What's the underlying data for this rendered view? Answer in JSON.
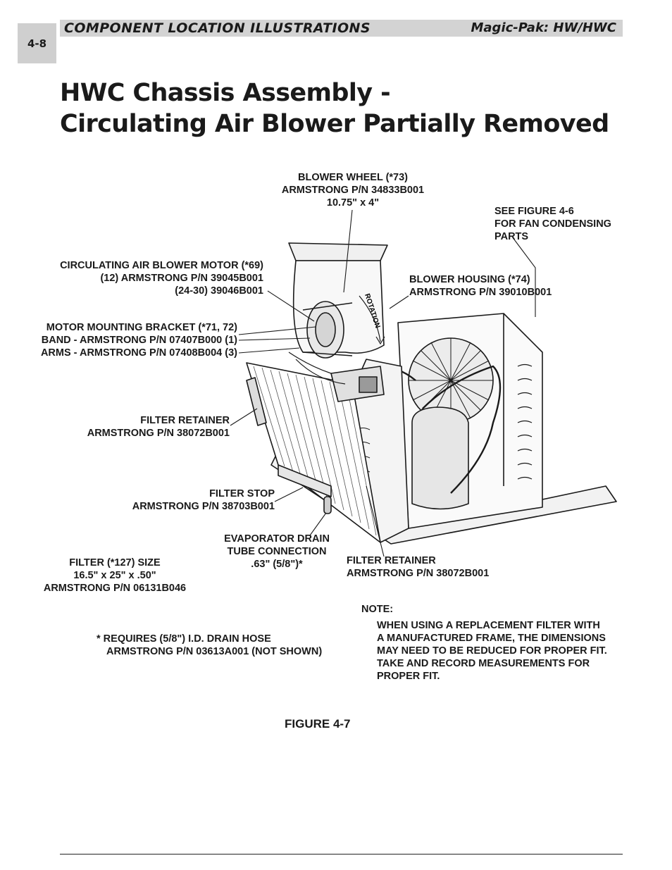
{
  "page_number": "4-8",
  "header": {
    "section": "COMPONENT LOCATION ILLUSTRATIONS",
    "product": "Magic-Pak: HW/HWC"
  },
  "title": {
    "line1": "HWC Chassis Assembly -",
    "line2": "Circulating Air Blower Partially Removed"
  },
  "callouts": {
    "blower_wheel": [
      "BLOWER WHEEL (*73)",
      "ARMSTRONG P/N 34833B001",
      "10.75\" x 4\""
    ],
    "see_figure": [
      "SEE FIGURE 4-6",
      "FOR FAN CONDENSING",
      "PARTS"
    ],
    "blower_motor": [
      "CIRCULATING AIR BLOWER MOTOR (*69)",
      "(12) ARMSTRONG P/N 39045B001",
      "(24-30) 39046B001"
    ],
    "blower_housing": [
      "BLOWER HOUSING (*74)",
      "ARMSTRONG P/N 39010B001"
    ],
    "motor_bracket": [
      "MOTOR MOUNTING BRACKET (*71, 72)",
      "BAND - ARMSTRONG P/N 07407B000 (1)",
      "ARMS - ARMSTRONG P/N 07408B004 (3)"
    ],
    "filter_retainer_left": [
      "FILTER RETAINER",
      "ARMSTRONG P/N 38072B001"
    ],
    "filter_stop": [
      "FILTER STOP",
      "ARMSTRONG P/N 38703B001"
    ],
    "evap_drain": [
      "EVAPORATOR DRAIN",
      "TUBE CONNECTION",
      ".63\" (5/8\")*"
    ],
    "filter": [
      "FILTER (*127) SIZE",
      "16.5\" x 25\" x .50\"",
      "ARMSTRONG P/N 06131B046"
    ],
    "filter_retainer_right": [
      "FILTER RETAINER",
      "ARMSTRONG P/N 38072B001"
    ]
  },
  "rotation_label": "ROTATION",
  "note": {
    "heading": "NOTE:",
    "lines": [
      "WHEN USING A REPLACEMENT FILTER WITH",
      "A MANUFACTURED FRAME, THE DIMENSIONS",
      "MAY NEED TO BE REDUCED FOR PROPER FIT.",
      "TAKE AND RECORD MEASUREMENTS FOR",
      "PROPER FIT."
    ]
  },
  "asterisk_note": [
    "*  REQUIRES (5/8\") I.D. DRAIN HOSE",
    "ARMSTRONG P/N 03613A001 (NOT SHOWN)"
  ],
  "figure_caption": "FIGURE 4-7",
  "colors": {
    "header_gray": "#d3d3d3",
    "tab_gray": "#cfcfcf",
    "ink": "#1a1a1a"
  }
}
